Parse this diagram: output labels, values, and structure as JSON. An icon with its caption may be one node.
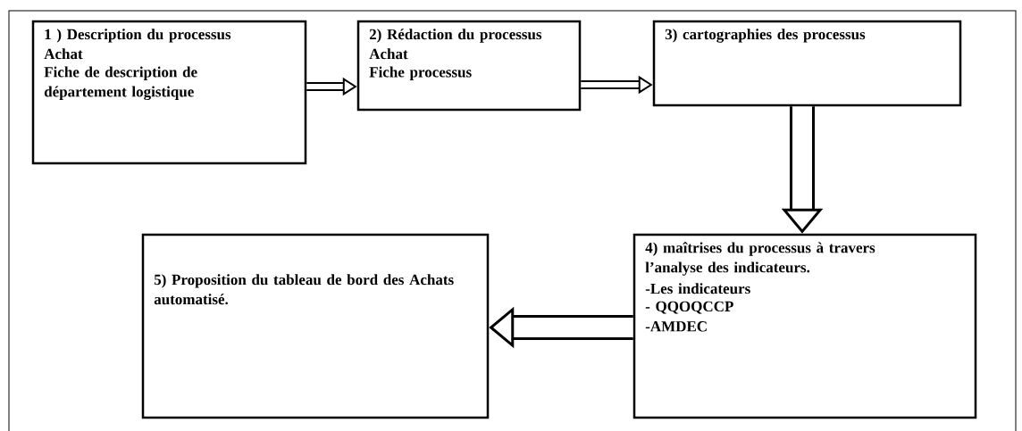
{
  "diagram": {
    "nodes": [
      {
        "text": [
          "1 ) Description du processus Achat",
          "Fiche de description de département logistique"
        ]
      },
      {
        "text": [
          "2) Rédaction du processus Achat",
          "Fiche processus"
        ]
      },
      {
        "text": [
          "3) cartographies des processus"
        ]
      },
      {
        "text": [
          "4) maîtrises du processus à travers l’analyse des indicateurs.",
          "-Les indicateurs",
          "- QQOQCCP",
          "-AMDEC"
        ]
      },
      {
        "text": [
          "5) Proposition du tableau de bord  des Achats automatisé."
        ]
      }
    ],
    "edges": [
      {
        "from": 0,
        "to": 1,
        "arrow": "to"
      },
      {
        "from": 1,
        "to": 2,
        "arrow": "to"
      },
      {
        "from": 2,
        "to": 3,
        "arrow": "to",
        "style": "thick"
      },
      {
        "from": 3,
        "to": 4,
        "arrow": "to",
        "style": "thick"
      }
    ]
  }
}
